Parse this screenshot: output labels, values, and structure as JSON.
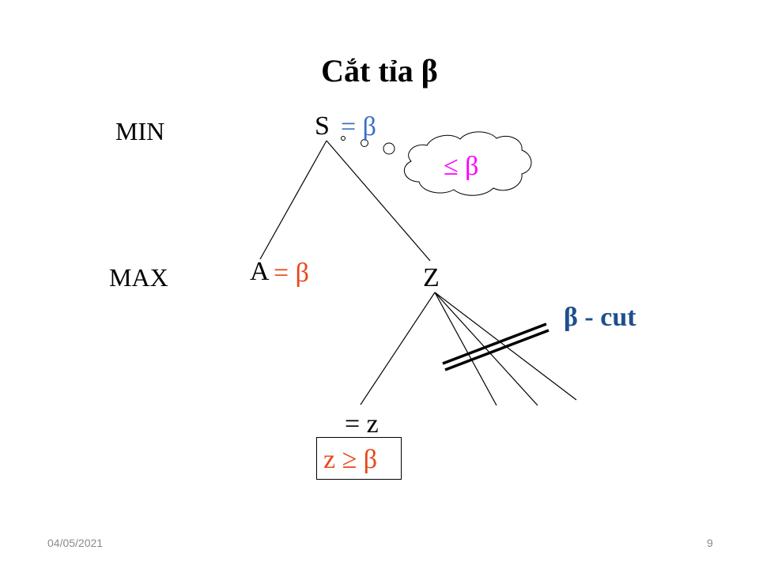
{
  "slide": {
    "title": "Cắt tỉa β",
    "levels": {
      "min": "MIN",
      "max": "MAX"
    },
    "nodes": {
      "s": "S",
      "s_value": "= β",
      "a": "A",
      "a_value": "= β",
      "z": "Z",
      "leaf_value": "= z"
    },
    "thought_cloud": "≤ β",
    "cut_label": "β - cut",
    "condition": "z ≥ β",
    "footer": {
      "date": "04/05/2021",
      "page_number": "9"
    },
    "colors": {
      "s_value": "#3a6fc4",
      "a_value": "#e8461c",
      "thought_cloud": "#ff00ff",
      "cut_label": "#1f4e8c",
      "condition": "#e8461c"
    }
  }
}
